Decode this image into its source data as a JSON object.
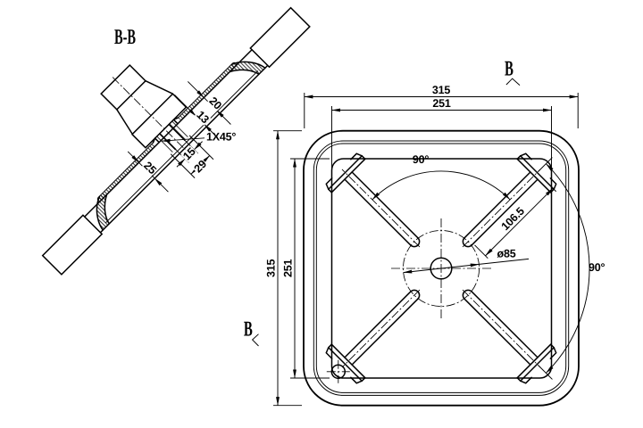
{
  "drawing_type": "engineering-cad-drawing",
  "colors": {
    "ink": "#000000",
    "background": "#ffffff"
  },
  "section_view": {
    "title": "B-B",
    "dim_rail_height": "20",
    "dim_channel_depth": "13",
    "chamfer_note": "1X45°",
    "dim_hub_hole_width": "15",
    "dim_hub_outer_width": "29",
    "dim_strip_width": "25"
  },
  "plan_view": {
    "dim_outer_width": "315",
    "dim_inner_width": "251",
    "dim_outer_height": "315",
    "dim_inner_height": "251",
    "dim_arm_length": "106.5",
    "dim_center_diameter": "ø85",
    "dim_angle_top": "90°",
    "dim_angle_right": "90°",
    "section_mark_top": "B",
    "section_mark_bottom": "B"
  }
}
